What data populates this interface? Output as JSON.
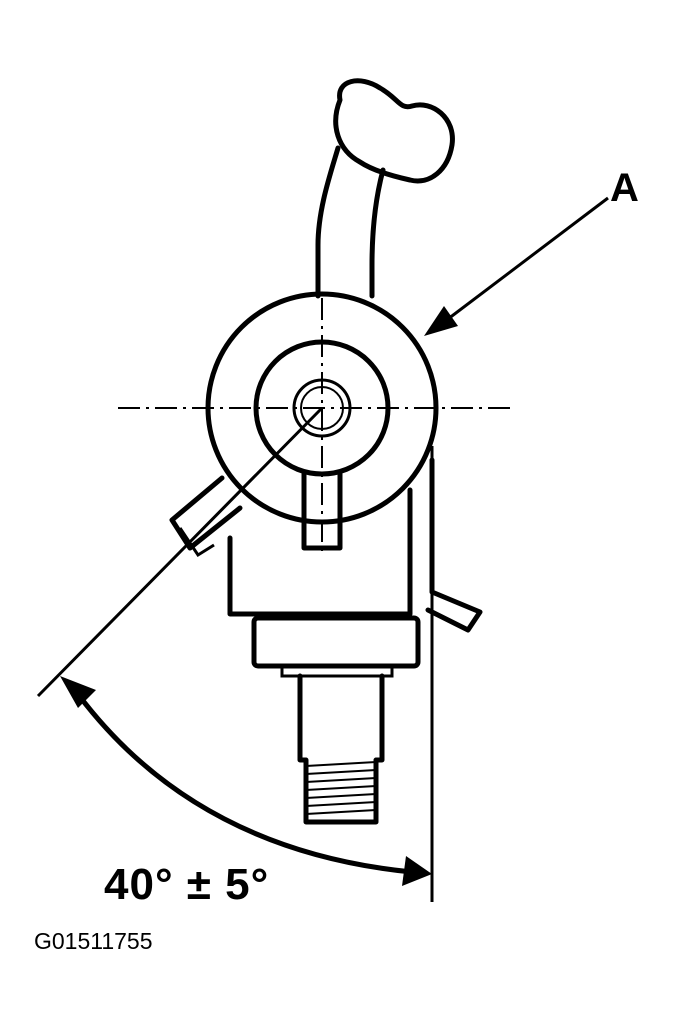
{
  "diagram": {
    "callout_label": "A",
    "angle_spec": "40° ± 5°",
    "figure_id": "G01511755",
    "angle_degrees": 40,
    "angle_tolerance_degrees": 5
  }
}
